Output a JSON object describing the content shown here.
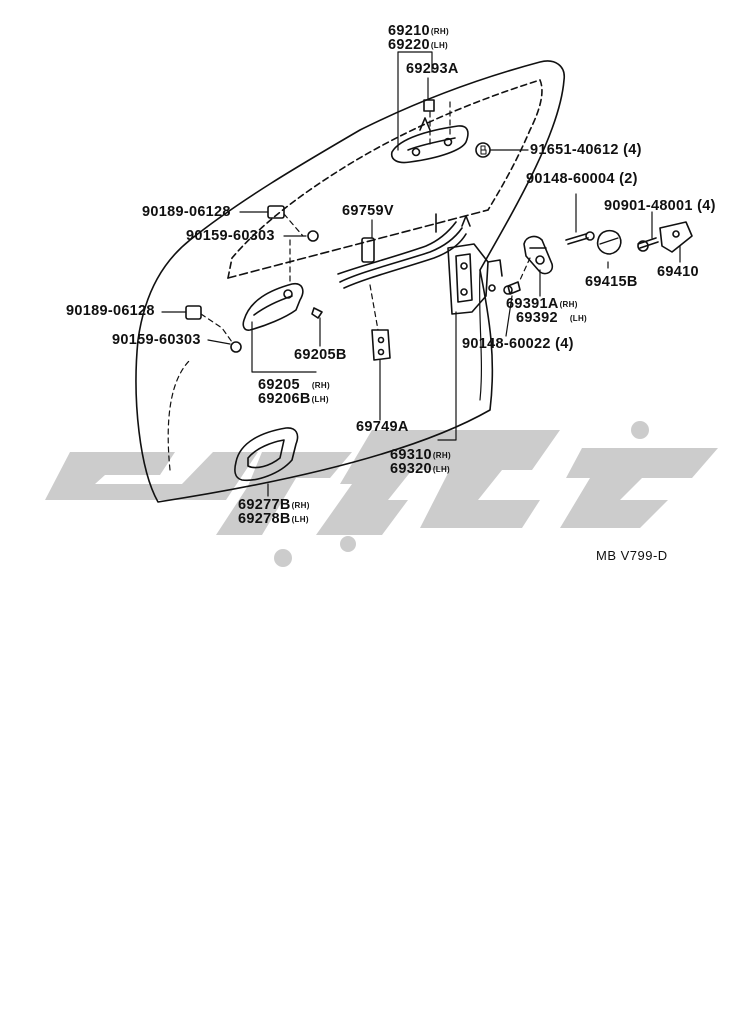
{
  "diagram": {
    "code": "MB V799-D",
    "watermark_color": "#cccccc",
    "labels": {
      "p69210": "69210",
      "p69210_side": "(RH)",
      "p69220": "69220",
      "p69220_side": "(LH)",
      "p69293A": "69293A",
      "p91651": "91651-40612",
      "p91651_qty": "(4)",
      "p90189a": "90189-06128",
      "p90159a": "90159-60303",
      "p69759V": "69759V",
      "p90148a": "90148-60004",
      "p90148a_qty": "(2)",
      "p90901": "90901-48001",
      "p90901_qty": "(4)",
      "p69415B": "69415B",
      "p69410": "69410",
      "p90189b": "90189-06128",
      "p69391A": "69391A",
      "p69391A_side": "(RH)",
      "p69392": "69392",
      "p69392_side": "(LH)",
      "p90159b": "90159-60303",
      "p90148b": "90148-60022",
      "p90148b_qty": "(4)",
      "p69205B": "69205B",
      "p69205": "69205",
      "p69205_side": "(RH)",
      "p69206B": "69206B",
      "p69206B_side": "(LH)",
      "p69749A": "69749A",
      "p69310": "69310",
      "p69310_side": "(RH)",
      "p69320": "69320",
      "p69320_side": "(LH)",
      "p69277B": "69277B",
      "p69277B_side": "(RH)",
      "p69278B": "69278B",
      "p69278B_side": "(LH)"
    }
  }
}
